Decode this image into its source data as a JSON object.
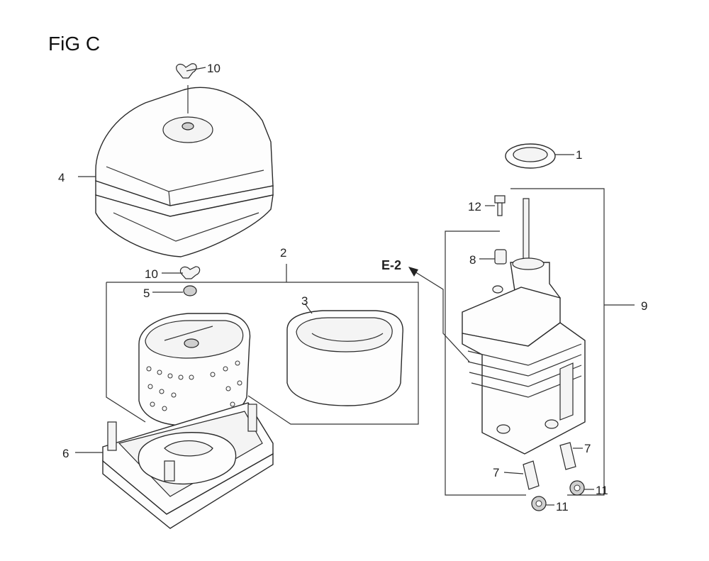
{
  "figure": {
    "title": "FiG C"
  },
  "labels": {
    "part_1": "1",
    "part_2": "2",
    "part_3": "3",
    "part_4": "4",
    "part_5": "5",
    "part_6": "6",
    "part_7a": "7",
    "part_7b": "7",
    "part_8": "8",
    "part_9": "9",
    "part_10a": "10",
    "part_10b": "10",
    "part_11a": "11",
    "part_11b": "11",
    "part_12": "12",
    "ref_e2": "E-2"
  }
}
